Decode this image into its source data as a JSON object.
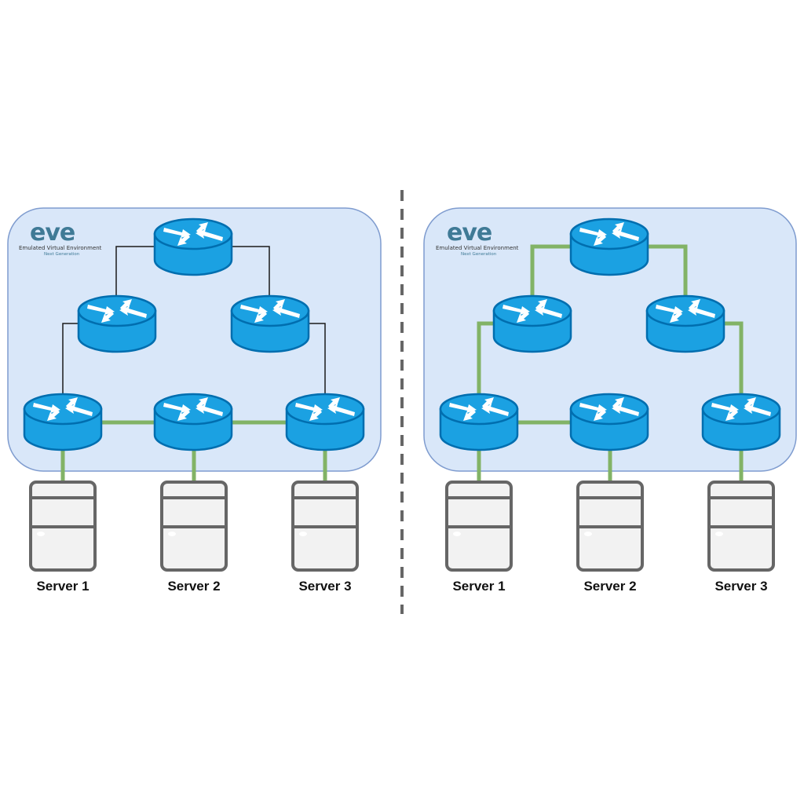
{
  "colors": {
    "panel_fill": "#d9e7f9",
    "panel_border": "#7f9ccf",
    "router_body": "#1ba1e2",
    "router_outline": "#006eaf",
    "active_link": "#82b366",
    "inactive_link": "#1a1a1a",
    "server_fill": "#f2f2f2",
    "server_outline": "#666666",
    "divider": "#666666"
  },
  "logo": {
    "wordmark": "eve",
    "tagline": "Emulated Virtual Environment",
    "subtitle": "Next Generation"
  },
  "panels": [
    {
      "id": "left",
      "routers": [
        "top",
        "mid-left",
        "mid-right",
        "bottom-left",
        "bottom-center",
        "bottom-right"
      ],
      "links": [
        {
          "from": "top",
          "to": "mid-left",
          "state": "inactive"
        },
        {
          "from": "top",
          "to": "mid-right",
          "state": "inactive"
        },
        {
          "from": "mid-left",
          "to": "bottom-left",
          "state": "inactive"
        },
        {
          "from": "mid-right",
          "to": "bottom-right",
          "state": "inactive"
        },
        {
          "from": "bottom-left",
          "to": "bottom-center",
          "state": "active"
        },
        {
          "from": "bottom-center",
          "to": "bottom-right",
          "state": "active"
        },
        {
          "from": "bottom-left",
          "to": "server-1",
          "state": "active"
        },
        {
          "from": "bottom-center",
          "to": "server-2",
          "state": "active"
        },
        {
          "from": "bottom-right",
          "to": "server-3",
          "state": "active"
        }
      ],
      "servers": [
        {
          "label": "Server 1"
        },
        {
          "label": "Server 2"
        },
        {
          "label": "Server 3"
        }
      ]
    },
    {
      "id": "right",
      "routers": [
        "top",
        "mid-left",
        "mid-right",
        "bottom-left",
        "bottom-center",
        "bottom-right"
      ],
      "links": [
        {
          "from": "top",
          "to": "mid-left",
          "state": "active"
        },
        {
          "from": "top",
          "to": "mid-right",
          "state": "active"
        },
        {
          "from": "mid-left",
          "to": "bottom-left",
          "state": "active"
        },
        {
          "from": "mid-right",
          "to": "bottom-right",
          "state": "active"
        },
        {
          "from": "bottom-left",
          "to": "bottom-center",
          "state": "active"
        },
        {
          "from": "bottom-left",
          "to": "server-1",
          "state": "active"
        },
        {
          "from": "bottom-center",
          "to": "server-2",
          "state": "active"
        },
        {
          "from": "bottom-right",
          "to": "server-3",
          "state": "active"
        }
      ],
      "servers": [
        {
          "label": "Server 1"
        },
        {
          "label": "Server 2"
        },
        {
          "label": "Server 3"
        }
      ]
    }
  ]
}
